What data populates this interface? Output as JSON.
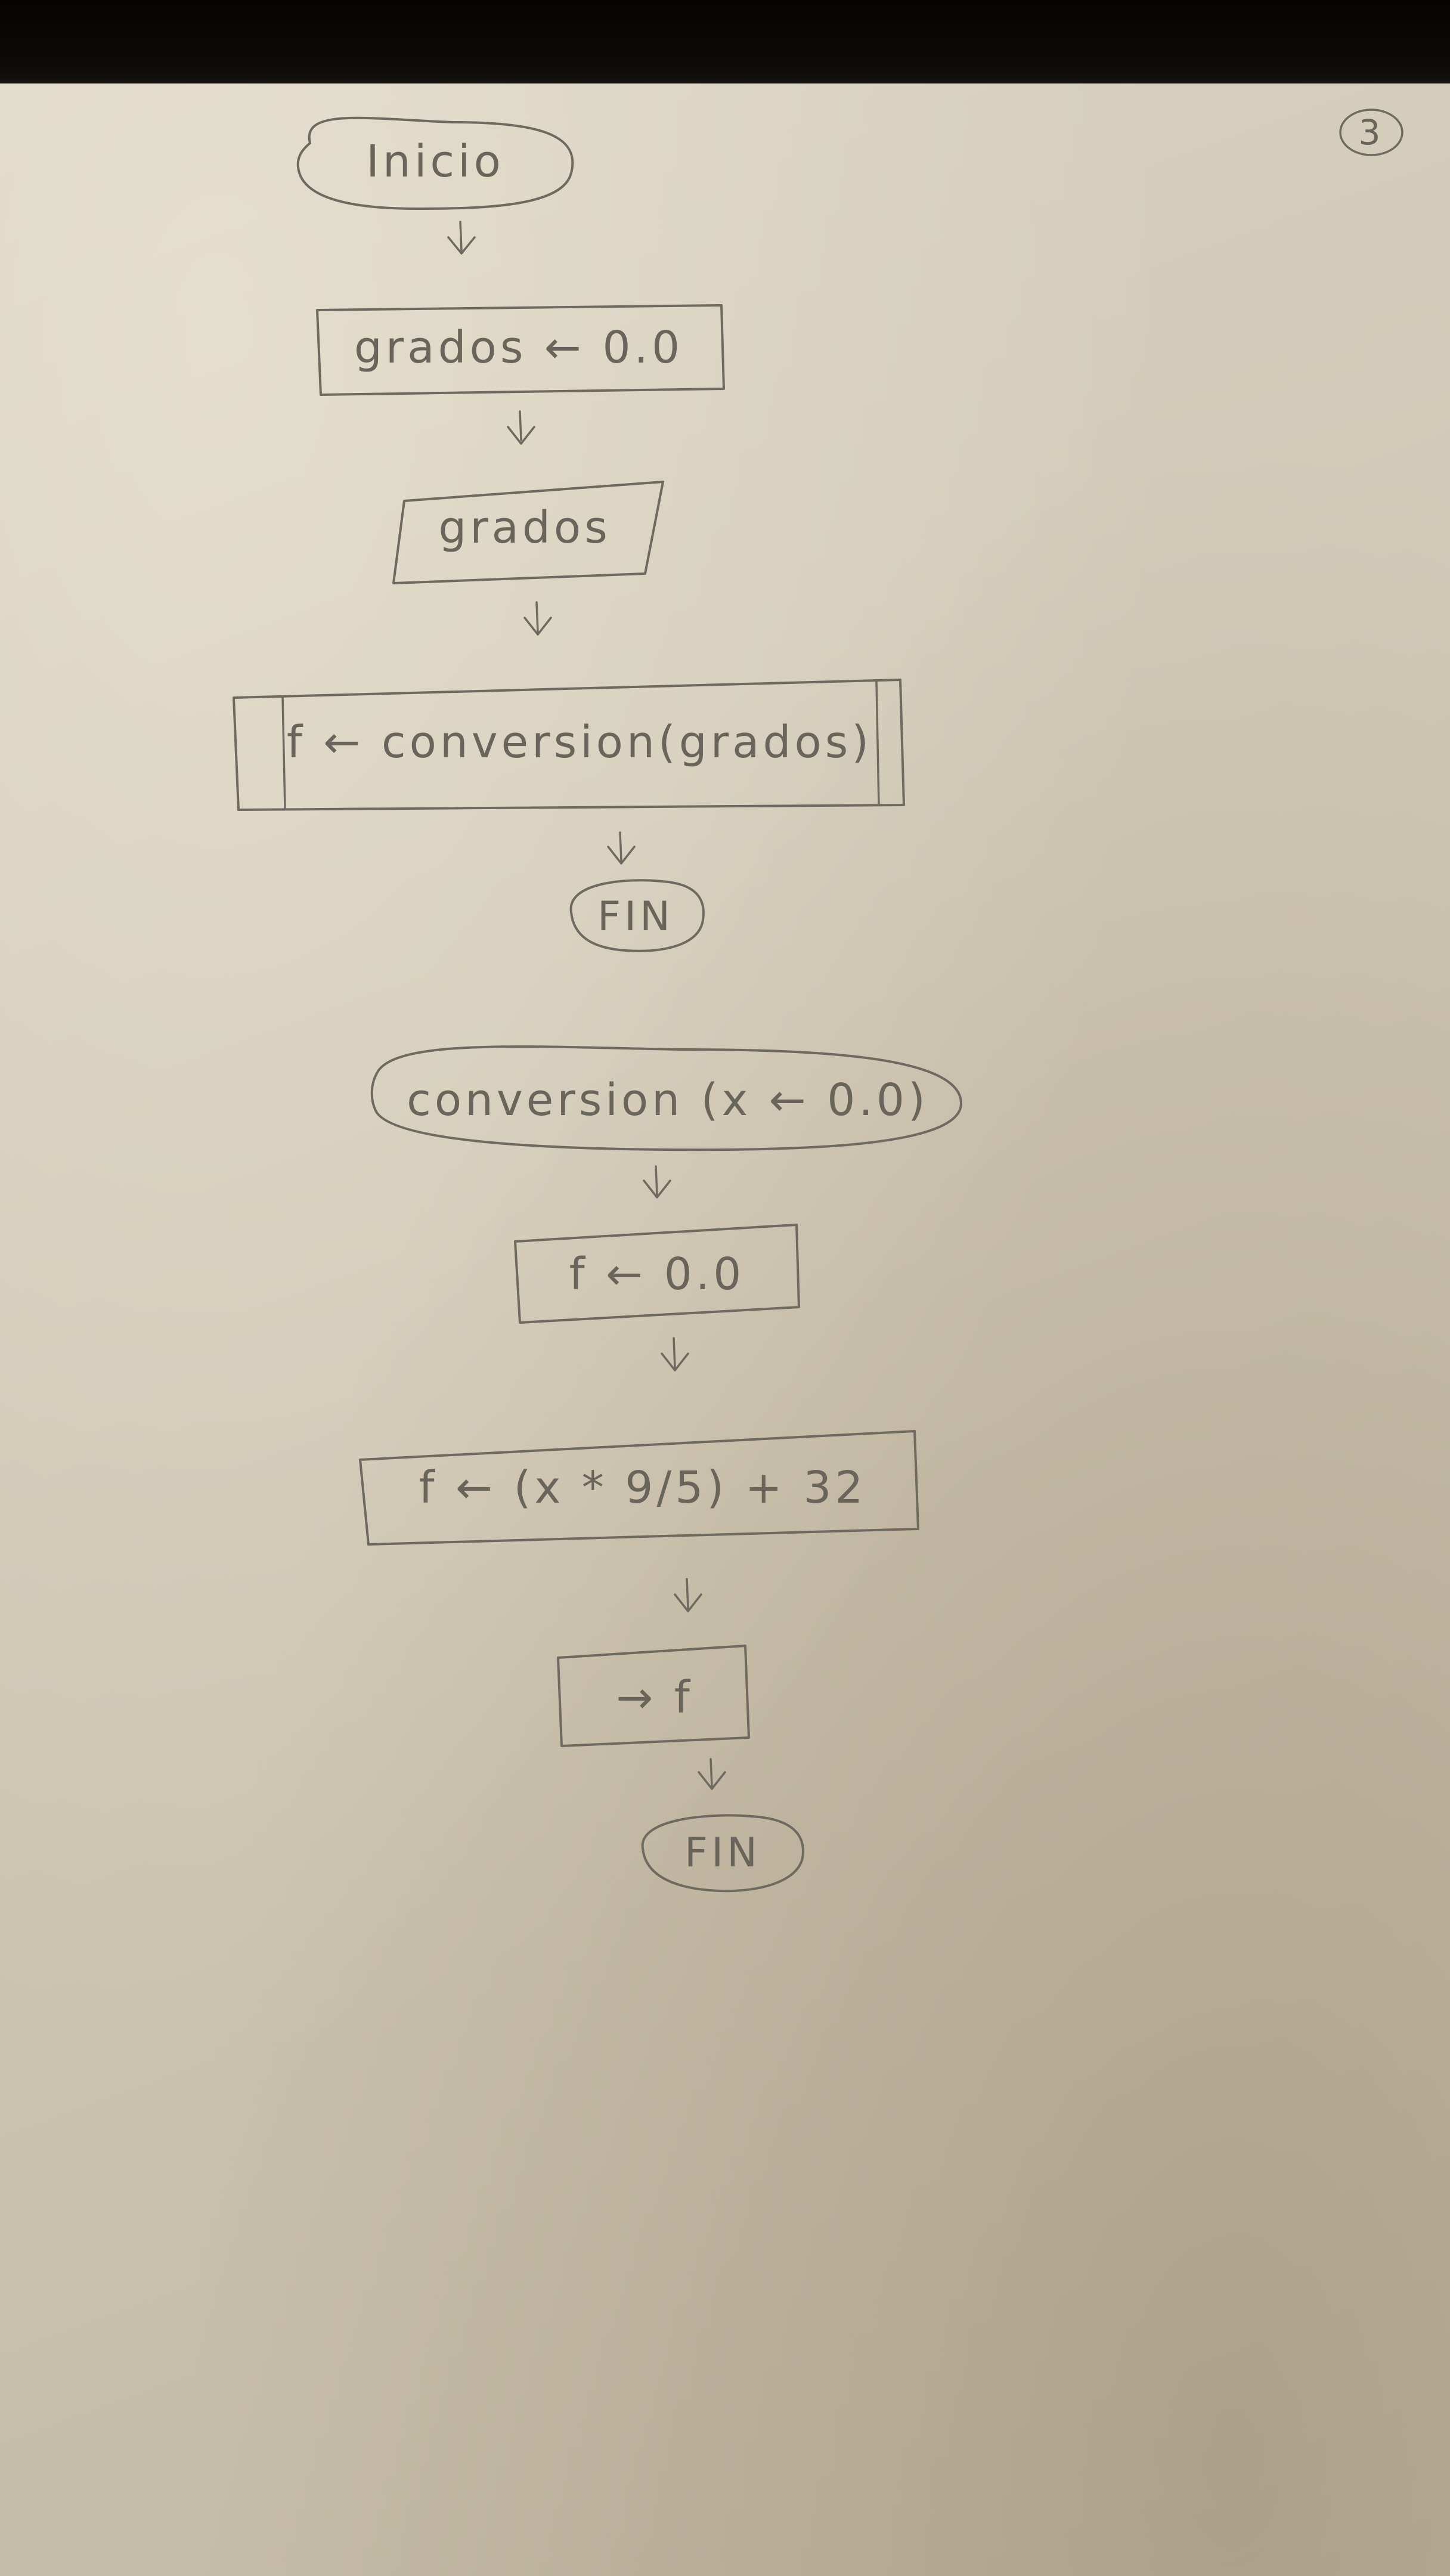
{
  "page_number": "3",
  "main_flow": {
    "start": "Inicio",
    "assign": "grados ← 0.0",
    "input": "grados",
    "call": "f ← conversion(grados)",
    "end": "FIN"
  },
  "function_flow": {
    "header": "conversion (x ← 0.0)",
    "init": "f ← 0.0",
    "formula": "f ← (x * 9/5) + 32",
    "output": "→ f",
    "end": "FIN"
  }
}
